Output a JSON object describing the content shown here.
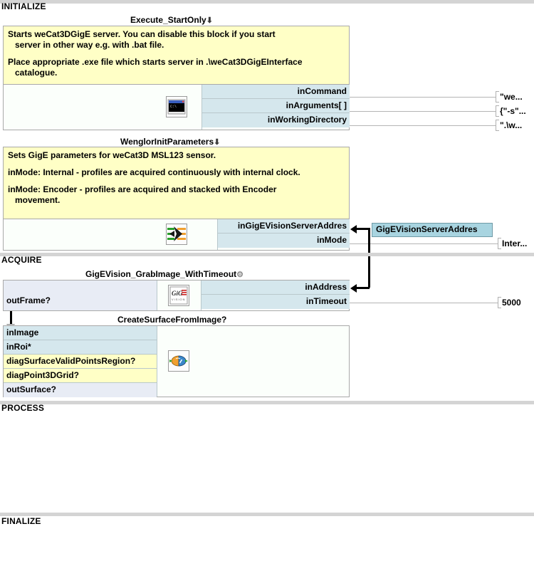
{
  "sections": [
    {
      "label": "INITIALIZE"
    },
    {
      "label": "ACQUIRE"
    },
    {
      "label": "PROCESS"
    },
    {
      "label": "FINALIZE"
    }
  ],
  "blocks": [
    {
      "id": "execute-startonly",
      "title": "Execute_StartOnly",
      "title_glyph": "⬇",
      "icon": "console-window-icon",
      "comment": [
        {
          "text": "Starts weCat3DGigE server. You can disable this block if you start",
          "cont": false
        },
        {
          "text": "server in other way e.g. with .bat file.",
          "cont": true
        },
        {
          "text": "",
          "cont": false
        },
        {
          "text": "Place appropriate .exe file which starts server in .\\weCat3DGigEInterface",
          "cont": false
        },
        {
          "text": "catalogue.",
          "cont": true
        }
      ],
      "inputs": [
        {
          "label": "inCommand",
          "value": "\"we..."
        },
        {
          "label": "inArguments[ ]",
          "value": "{\"-s\"..."
        },
        {
          "label": "inWorkingDirectory",
          "value": "\".\\w..."
        }
      ],
      "outputs": []
    },
    {
      "id": "wenglor-init-parameters",
      "title": "WenglorInitParameters",
      "title_glyph": "⬇",
      "icon": "flow-arrow-icon",
      "comment": [
        {
          "text": "Sets GigE parameters for weCat3D MSL123 sensor.",
          "cont": false
        },
        {
          "text": "",
          "cont": false
        },
        {
          "text": "inMode: Internal - profiles are acquired continuously with internal clock.",
          "cont": false
        },
        {
          "text": "",
          "cont": false
        },
        {
          "text": "inMode: Encoder - profiles are acquired and stacked with Encoder",
          "cont": false
        },
        {
          "text": "movement.",
          "cont": true
        }
      ],
      "inputs": [
        {
          "label": "inGigEVisionServerAddres",
          "value": ""
        },
        {
          "label": "inMode",
          "value": "Inter..."
        }
      ],
      "outputs": []
    },
    {
      "id": "gigevision-grabimage-withtimeout",
      "title": "GigEVision_GrabImage_WithTimeout",
      "title_glyph": "⚙",
      "icon": "gige-vision-icon",
      "comment": [],
      "inputs": [
        {
          "label": "inAddress",
          "value": ""
        },
        {
          "label": "inTimeout",
          "value": "5000"
        }
      ],
      "outputs": [
        {
          "label": "outFrame?",
          "kind": "out"
        }
      ]
    },
    {
      "id": "create-surface-from-image",
      "title": "CreateSurfaceFromImage?",
      "title_glyph": "",
      "icon": "surface-from-image-icon",
      "comment": [],
      "inputs": [],
      "outputs": [
        {
          "label": "inImage",
          "kind": "in"
        },
        {
          "label": "inRoi*",
          "kind": "in"
        },
        {
          "label": "diagSurfaceValidPointsRegion?",
          "kind": "diag"
        },
        {
          "label": "diagPoint3DGrid?",
          "kind": "diag"
        },
        {
          "label": "outSurface?",
          "kind": "out"
        }
      ]
    }
  ],
  "global_labels": [
    {
      "name": "GigEVisionServerAddres"
    }
  ],
  "colors": {
    "comment_bg": "#ffffc6",
    "input_port_bg": "#d5e7ed",
    "output_port_bg": "#e8ecf5",
    "diag_port_bg": "#ffffc6",
    "block_bg": "#fbfffb",
    "global_label_bg": "#a8d4e0",
    "section_bar": "#d4d4d4",
    "border": "#a9a9a9"
  }
}
